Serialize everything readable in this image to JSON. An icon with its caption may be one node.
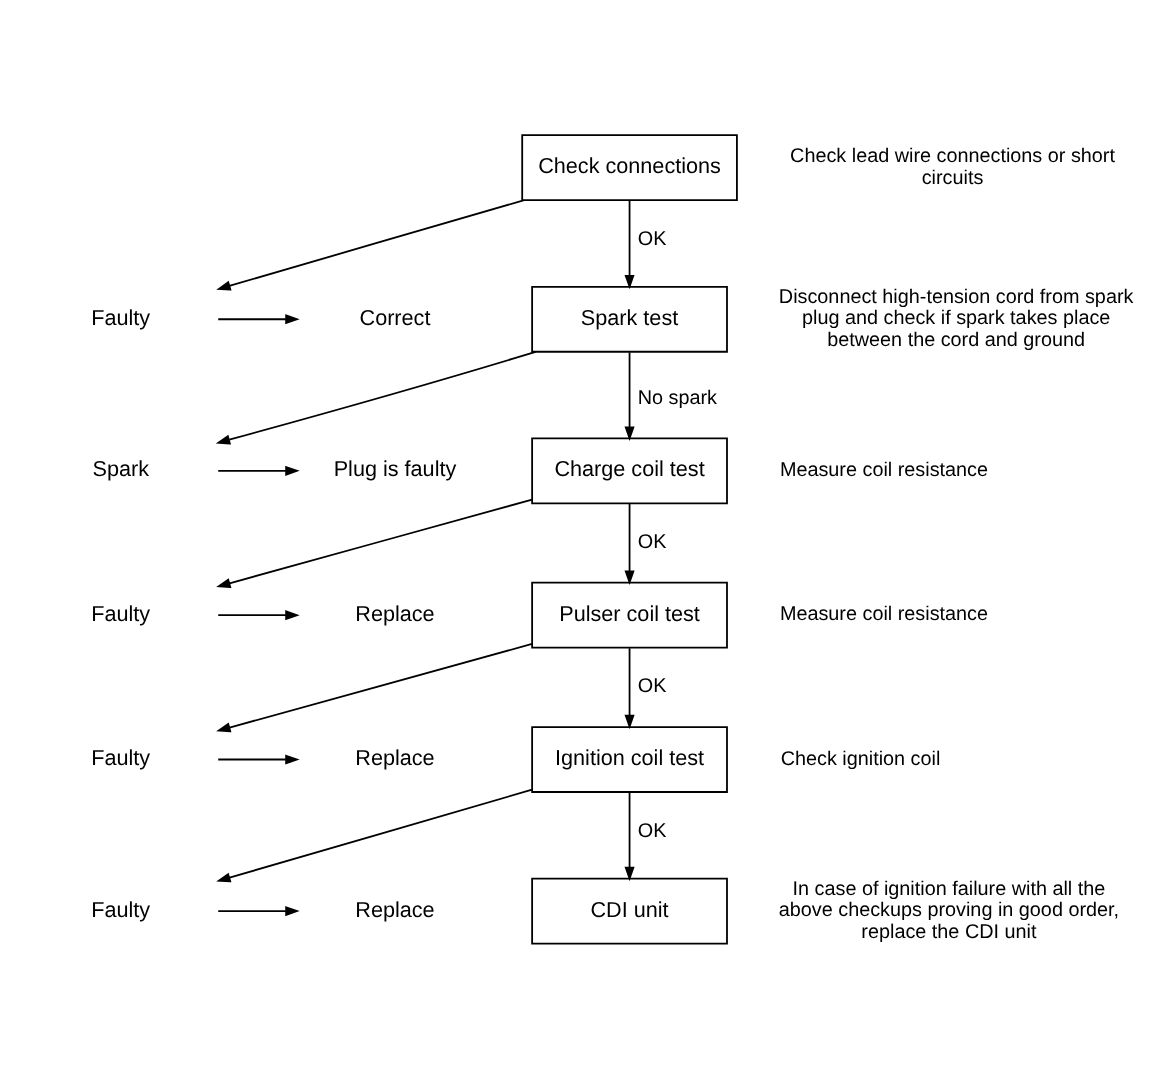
{
  "diagram": {
    "nodes": [
      {
        "text": [
          "Check connections"
        ],
        "beside": [
          "Check lead wire connections or short circuits"
        ]
      },
      {
        "text": [
          "Faulty"
        ]
      },
      {
        "text": [
          "Correct"
        ]
      },
      {
        "text": [
          "Spark test"
        ],
        "beside": [
          "Disconnect high-tension cord from spark plug and check if spark takes place between the cord and ground"
        ]
      },
      {
        "text": [
          "Spark"
        ]
      },
      {
        "text": [
          "Plug is faulty"
        ]
      },
      {
        "text": [
          "Charge coil test"
        ],
        "beside": [
          "Measure coil resistance"
        ]
      },
      {
        "text": [
          "Faulty"
        ]
      },
      {
        "text": [
          "Replace"
        ]
      },
      {
        "text": [
          "Pulser coil test"
        ],
        "beside": [
          "Measure coil resistance"
        ]
      },
      {
        "text": [
          "Faulty"
        ]
      },
      {
        "text": [
          "Replace"
        ]
      },
      {
        "text": [
          "Ignition coil test"
        ],
        "beside": [
          "Check ignition coil"
        ]
      },
      {
        "text": [
          "Faulty"
        ]
      },
      {
        "text": [
          "Replace"
        ]
      },
      {
        "text": [
          "CDI unit"
        ],
        "beside": [
          "In case of ignition failure with all the above checkups proving in good order, replace the CDI unit"
        ]
      }
    ],
    "edges": [
      {
        "from": 0,
        "to": 3,
        "arrow": "to",
        "label": "OK"
      },
      {
        "from": 0,
        "to": 1,
        "arrow": "to"
      },
      {
        "from": 1,
        "to": 2,
        "arrow": "to"
      },
      {
        "from": 3,
        "to": 6,
        "arrow": "to",
        "label": "No spark"
      },
      {
        "from": 3,
        "to": 4,
        "arrow": "to"
      },
      {
        "from": 4,
        "to": 5,
        "arrow": "to"
      },
      {
        "from": 6,
        "to": 9,
        "arrow": "to",
        "label": "OK"
      },
      {
        "from": 6,
        "to": 7,
        "arrow": "to"
      },
      {
        "from": 7,
        "to": 8,
        "arrow": "to"
      },
      {
        "from": 9,
        "to": 12,
        "arrow": "to",
        "label": "OK"
      },
      {
        "from": 9,
        "to": 10,
        "arrow": "to"
      },
      {
        "from": 10,
        "to": 11,
        "arrow": "to"
      },
      {
        "from": 12,
        "to": 15,
        "arrow": "to",
        "label": "OK"
      },
      {
        "from": 12,
        "to": 13,
        "arrow": "to"
      },
      {
        "from": 13,
        "to": 14,
        "arrow": "to"
      }
    ]
  }
}
